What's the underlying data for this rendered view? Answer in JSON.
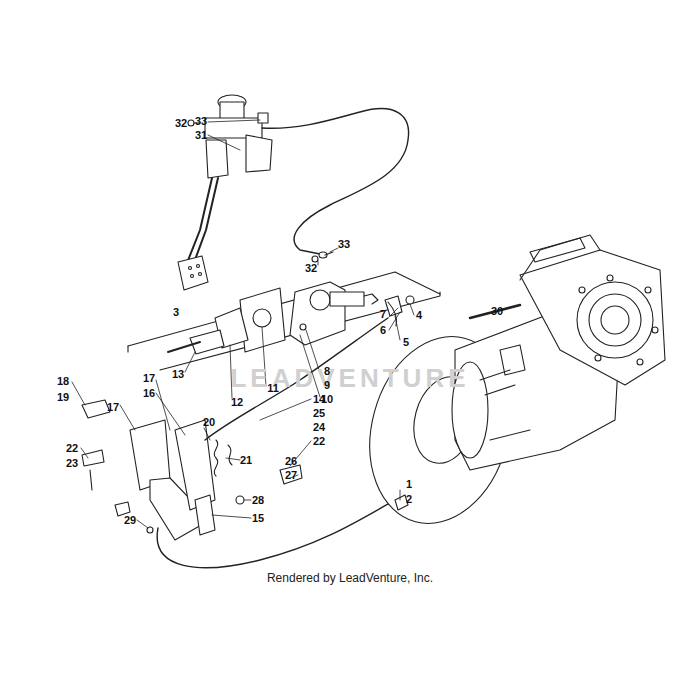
{
  "diagram": {
    "caption": "Rendered by LeadVenture, Inc.",
    "labels": [
      "32",
      "33",
      "31",
      "33",
      "32",
      "7",
      "6",
      "4",
      "5",
      "3",
      "30",
      "8",
      "9",
      "10",
      "13",
      "11",
      "12",
      "18",
      "19",
      "17",
      "16",
      "17",
      "14",
      "25",
      "24",
      "22",
      "20",
      "21",
      "22",
      "23",
      "26",
      "27",
      "28",
      "15",
      "1",
      "2",
      "29",
      "LEADVENTURE"
    ]
  }
}
